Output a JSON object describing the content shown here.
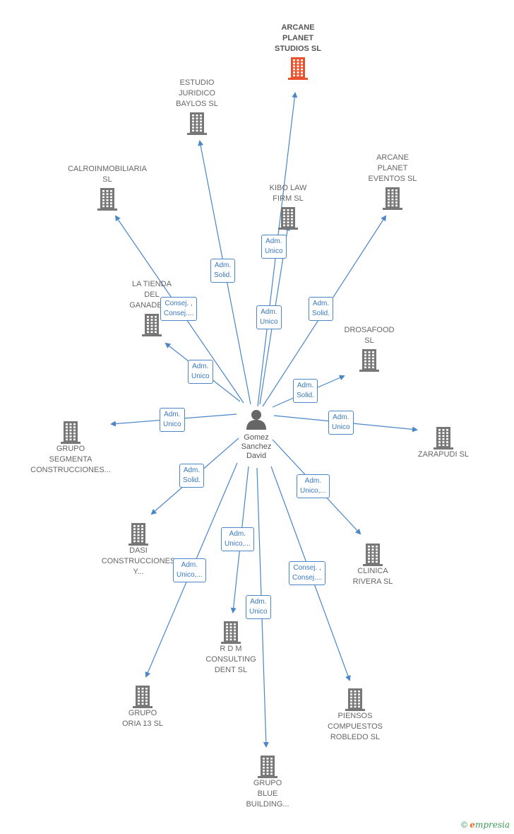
{
  "center": {
    "label": "Gomez\nSanchez\nDavid"
  },
  "nodes": [
    {
      "id": "arcane-planet-studios",
      "label": "ARCANE\nPLANET\nSTUDIOS  SL",
      "highlight": true
    },
    {
      "id": "estudio-juridico-baylos",
      "label": "ESTUDIO\nJURIDICO\nBAYLOS SL"
    },
    {
      "id": "calroinmobiliaria",
      "label": "CALROINMOBILIARIA\nSL"
    },
    {
      "id": "kibo-law-firm",
      "label": "KIBO LAW\nFIRM SL"
    },
    {
      "id": "arcane-planet-eventos",
      "label": "ARCANE\nPLANET\nEVENTOS  SL"
    },
    {
      "id": "la-tienda-del-ganadero",
      "label": "LA TIENDA\nDEL\nGANADER..."
    },
    {
      "id": "drosafood",
      "label": "DROSAFOOD\nSL"
    },
    {
      "id": "grupo-segmenta",
      "label": "GRUPO\nSEGMENTA\nCONSTRUCCIONES..."
    },
    {
      "id": "zarapudi",
      "label": "ZARAPUDI  SL"
    },
    {
      "id": "dasi-construcciones",
      "label": "DASI\nCONSTRUCCIONES\nY..."
    },
    {
      "id": "clinica-rivera",
      "label": "CLINICA\nRIVERA  SL"
    },
    {
      "id": "rdm-consulting",
      "label": "R D M\nCONSULTING\nDENT  SL"
    },
    {
      "id": "grupo-oria-13",
      "label": "GRUPO\nORIA 13  SL"
    },
    {
      "id": "piensos-compuestos",
      "label": "PIENSOS\nCOMPUESTOS\nROBLEDO  SL"
    },
    {
      "id": "grupo-blue-building",
      "label": "GRUPO\nBLUE\nBUILDING..."
    }
  ],
  "relations": [
    {
      "target": "arcane-planet-studios",
      "label": "Adm.\nUnico"
    },
    {
      "target": "estudio-juridico-baylos",
      "label": "Adm.\nSolid."
    },
    {
      "target": "calroinmobiliaria",
      "label": "Consej. ,\nConsej...."
    },
    {
      "target": "kibo-law-firm",
      "label": "Adm.\nUnico"
    },
    {
      "target": "arcane-planet-eventos",
      "label": "Adm.\nSolid."
    },
    {
      "target": "la-tienda-del-ganadero",
      "label": "Adm.\nUnico"
    },
    {
      "target": "drosafood",
      "label": "Adm.\nSolid."
    },
    {
      "target": "grupo-segmenta",
      "label": "Adm.\nUnico"
    },
    {
      "target": "zarapudi",
      "label": "Adm.\nUnico"
    },
    {
      "target": "dasi-construcciones",
      "label": "Adm.\nSolid."
    },
    {
      "target": "clinica-rivera",
      "label": "Adm.\nUnico,..."
    },
    {
      "target": "rdm-consulting",
      "label": "Adm.\nUnico,..."
    },
    {
      "target": "grupo-oria-13",
      "label": "Adm.\nUnico,..."
    },
    {
      "target": "piensos-compuestos",
      "label": "Consej. ,\nConsej...."
    },
    {
      "target": "grupo-blue-building",
      "label": "Adm.\nUnico"
    }
  ],
  "colors": {
    "edge": "#4a86c8",
    "building": "#777777",
    "highlight": "#e8532e"
  },
  "footer": {
    "copyright": "©",
    "brand_initial": "e",
    "brand_rest": "mpresia"
  }
}
